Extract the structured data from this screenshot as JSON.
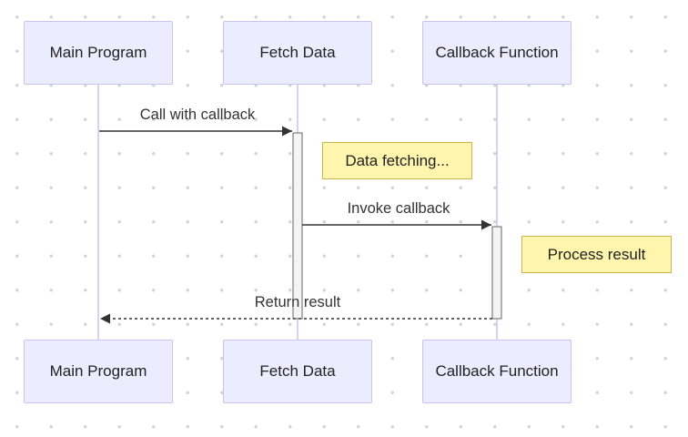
{
  "diagram": {
    "type": "sequence",
    "participants": [
      {
        "id": "main",
        "label": "Main Program"
      },
      {
        "id": "fetch",
        "label": "Fetch Data"
      },
      {
        "id": "callback",
        "label": "Callback Function"
      }
    ],
    "messages": [
      {
        "from": "main",
        "to": "fetch",
        "label": "Call with callback",
        "style": "solid"
      },
      {
        "from": "fetch",
        "to": "callback",
        "label": "Invoke callback",
        "style": "solid"
      },
      {
        "from": "callback",
        "to": "main",
        "label": "Return result",
        "style": "dashed"
      }
    ],
    "notes": [
      {
        "label": "Data fetching...",
        "position": "right of fetch"
      },
      {
        "label": "Process result",
        "position": "right of callback"
      }
    ]
  },
  "colors": {
    "actor_fill": "#ECECFF",
    "actor_border": "#c9c3f0",
    "lifeline": "#c9c3f0",
    "note_fill": "#fff5ad",
    "note_border": "#c9b64a",
    "activation_fill": "#f4f4f4",
    "arrow": "#333333"
  }
}
